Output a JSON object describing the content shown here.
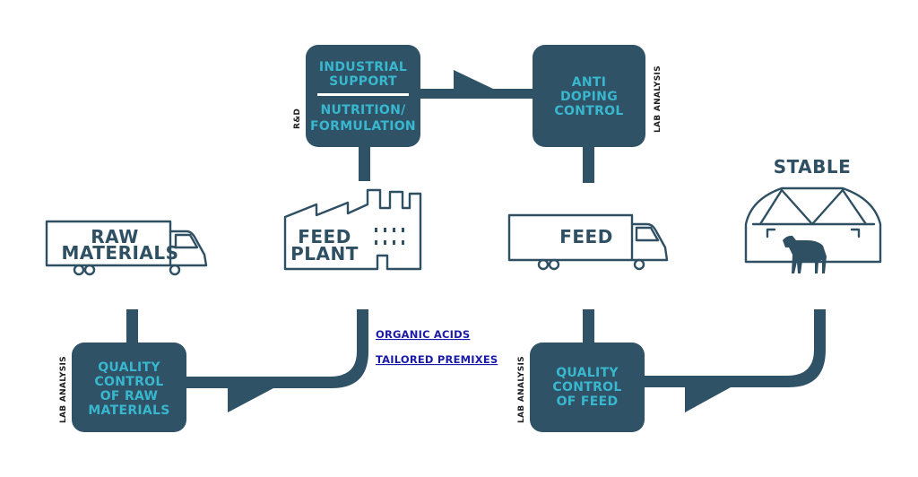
{
  "boxes": {
    "industrial_support": "INDUSTRIAL SUPPORT",
    "nutrition_formulation": "NUTRITION/ FORMULATION",
    "anti_doping": "ANTI DOPING CONTROL",
    "qc_raw": "QUALITY CONTROL OF RAW MATERIALS",
    "qc_feed": "QUALITY CONTROL OF FEED"
  },
  "icons": {
    "raw_materials": "RAW MATERIALS",
    "feed_plant": "FEED PLANT",
    "feed": "FEED",
    "stable": "STABLE"
  },
  "side_labels": {
    "rd": "R&D",
    "lab_analysis_top": "LAB ANALYSIS",
    "lab_analysis_left": "LAB ANALYSIS",
    "lab_analysis_mid": "LAB ANALYSIS"
  },
  "links": {
    "organic_acids": "ORGANIC ACIDS",
    "tailored_premixes": "TAILORED PREMIXES"
  },
  "colors": {
    "box_fill": "#2f5266",
    "box_text": "#38b7cf",
    "link": "#1b1ba8"
  }
}
